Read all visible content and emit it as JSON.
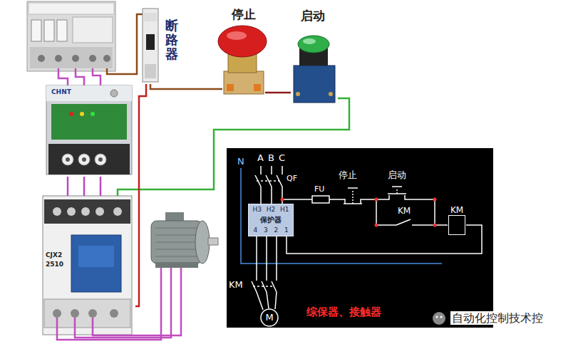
{
  "diagram": {
    "nodes": [
      {
        "text": [
          "断路器"
        ]
      },
      {
        "text": [
          "停止"
        ]
      },
      {
        "text": [
          "启动"
        ]
      },
      {
        "text": [
          "CHNT"
        ]
      },
      {
        "text": [
          "CJX2",
          "2510"
        ]
      },
      {
        "text": [
          "综保器、接触器"
        ]
      },
      {
        "text": [
          "H3",
          "H2",
          "H1",
          "保护器",
          "4",
          "3",
          "2",
          "1"
        ],
        "in": 5
      },
      {
        "text": [
          "KM"
        ],
        "in": 5
      },
      {
        "text": [
          "M"
        ],
        "in": 5
      }
    ],
    "edges": [
      {
        "from": 0,
        "to": 1,
        "arrow": "none"
      },
      {
        "from": 1,
        "to": 2,
        "arrow": "none"
      },
      {
        "from": 2,
        "to": 4,
        "arrow": "none"
      },
      {
        "from": 3,
        "to": 4,
        "arrow": "none"
      },
      {
        "from": 3,
        "to": 4,
        "arrow": "none"
      },
      {
        "from": 3,
        "to": 4,
        "arrow": "none"
      },
      {
        "from": 0,
        "to": 4,
        "arrow": "none"
      },
      {
        "from": 7,
        "to": 6,
        "arrow": "none"
      }
    ],
    "labels": [
      "N",
      "A",
      "B",
      "C",
      "QF",
      "FU",
      "停止",
      "启动",
      "KM",
      "KM",
      "自动化控制技术控"
    ]
  }
}
